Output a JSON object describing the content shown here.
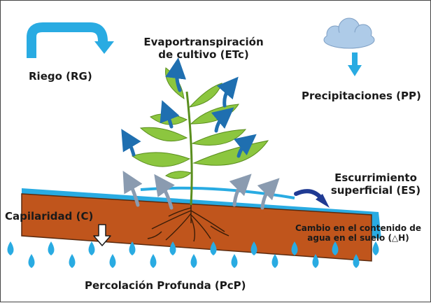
{
  "labels": {
    "riego": "Riego (RG)",
    "etc_line1": "Evaportranspiración",
    "etc_line2": "de cultivo (ETc)",
    "precip": "Precipitaciones (PP)",
    "escurrimiento_line1": "Escurrimiento",
    "escurrimiento_line2": "superficial (ES)",
    "capilaridad": "Capilaridad (C)",
    "cambio_line1": "Cambio en el contenido de",
    "cambio_line2": "agua en el suelo (△H)",
    "percolacion": "Percolación Profunda (PcP)"
  },
  "colors": {
    "water": "#29abe2",
    "soil": "#c0551c",
    "soil_edge": "#5a2a0e",
    "leaf": "#8cc63f",
    "leaf_edge": "#5a8e1e",
    "et_arrow": "#1f6fb0",
    "gray_arrow": "#8a9bb0",
    "runoff_arrow": "#1f3a93",
    "cloud": "#aecbe8"
  },
  "icons": {
    "irrigation": "curved-arrow-icon",
    "rain": "cloud-icon",
    "runoff": "curved-arrow-icon",
    "capillarity": "down-arrow-icon",
    "percolation": "water-drop-icon"
  }
}
